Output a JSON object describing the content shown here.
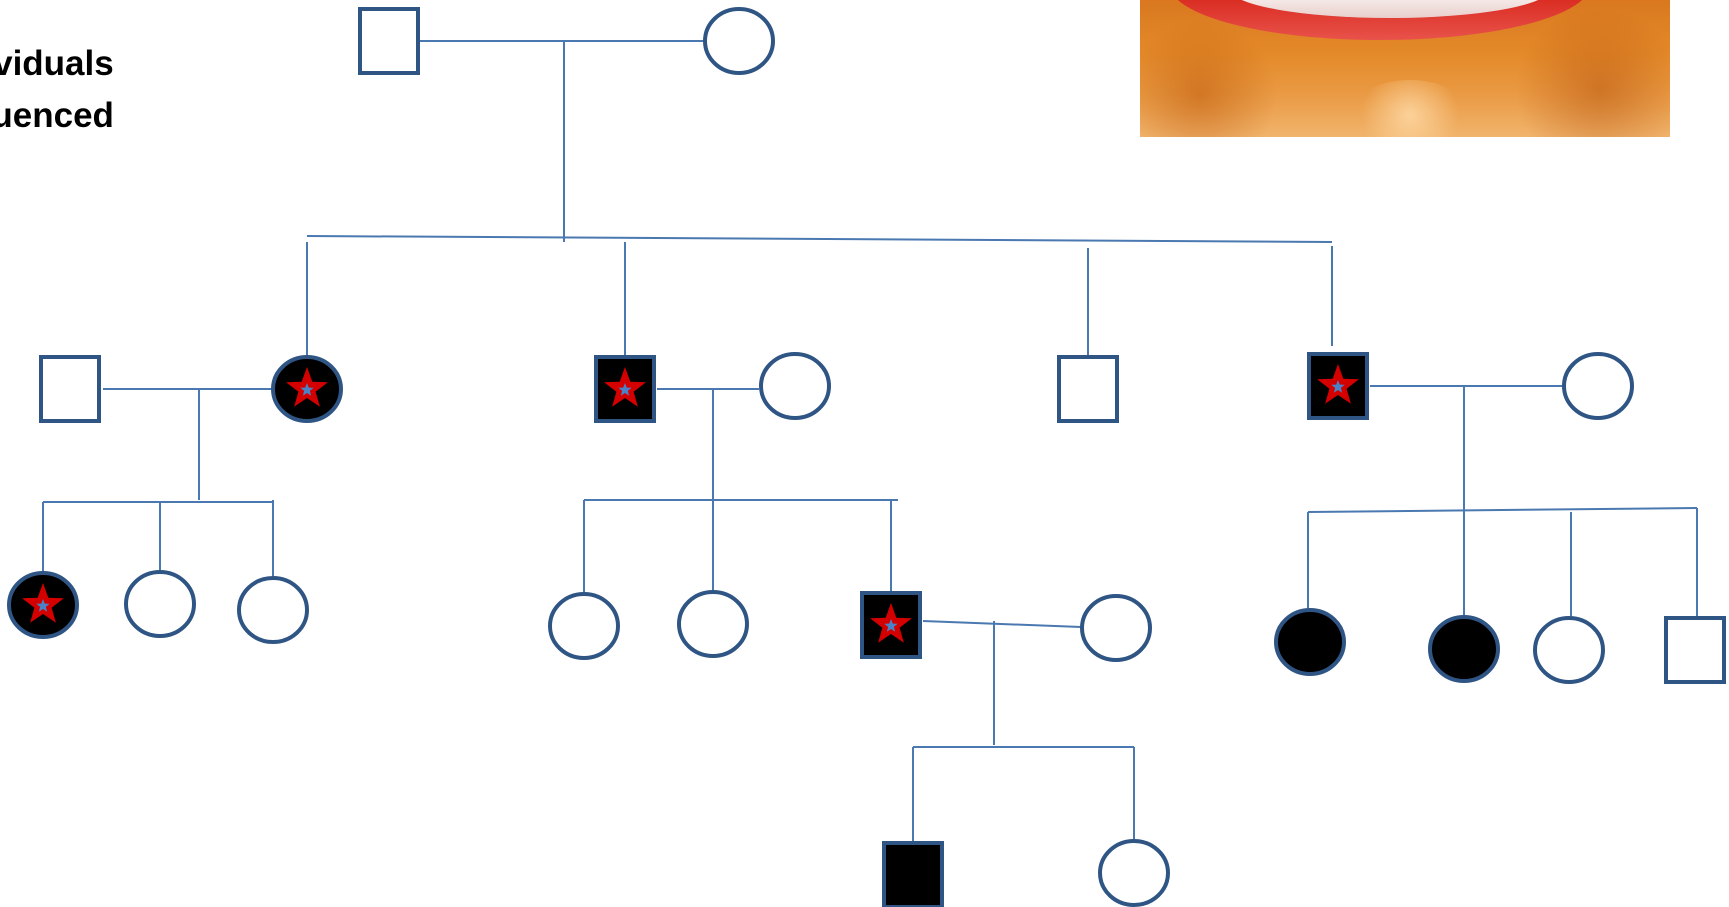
{
  "legend": {
    "line1": "dividuals",
    "line2": "quenced"
  },
  "colors": {
    "stroke": "#2f5585",
    "line": "#4a78b0",
    "affected_fill": "#000000",
    "star_outer": "#d40000",
    "star_inner": "#4a82c8"
  },
  "photo": {
    "icon": "smiling-mouth-photo"
  },
  "pedigree": {
    "individuals": [
      {
        "id": "g1-father",
        "sex": "male",
        "affected": false,
        "sequenced": false
      },
      {
        "id": "g1-mother",
        "sex": "female",
        "affected": false,
        "sequenced": false
      },
      {
        "id": "g2-spouse-1",
        "sex": "male",
        "affected": false,
        "sequenced": false
      },
      {
        "id": "g2-daughter-1",
        "sex": "female",
        "affected": true,
        "sequenced": true
      },
      {
        "id": "g2-son-2",
        "sex": "male",
        "affected": true,
        "sequenced": true
      },
      {
        "id": "g2-spouse-2",
        "sex": "female",
        "affected": false,
        "sequenced": false
      },
      {
        "id": "g2-son-3",
        "sex": "male",
        "affected": false,
        "sequenced": false
      },
      {
        "id": "g2-son-4",
        "sex": "male",
        "affected": true,
        "sequenced": true
      },
      {
        "id": "g2-spouse-4",
        "sex": "female",
        "affected": false,
        "sequenced": false
      },
      {
        "id": "g3-a1",
        "sex": "female",
        "affected": true,
        "sequenced": true
      },
      {
        "id": "g3-a2",
        "sex": "female",
        "affected": false,
        "sequenced": false
      },
      {
        "id": "g3-a3",
        "sex": "female",
        "affected": false,
        "sequenced": false
      },
      {
        "id": "g3-b1",
        "sex": "female",
        "affected": false,
        "sequenced": false
      },
      {
        "id": "g3-b2",
        "sex": "female",
        "affected": false,
        "sequenced": false
      },
      {
        "id": "g3-b3",
        "sex": "male",
        "affected": true,
        "sequenced": true
      },
      {
        "id": "g3-b3-spouse",
        "sex": "female",
        "affected": false,
        "sequenced": false
      },
      {
        "id": "g3-c1",
        "sex": "female",
        "affected": true,
        "sequenced": false
      },
      {
        "id": "g3-c2",
        "sex": "female",
        "affected": true,
        "sequenced": false
      },
      {
        "id": "g3-c3",
        "sex": "female",
        "affected": false,
        "sequenced": false
      },
      {
        "id": "g3-c4",
        "sex": "male",
        "affected": false,
        "sequenced": false
      },
      {
        "id": "g4-b1",
        "sex": "male",
        "affected": true,
        "sequenced": false
      },
      {
        "id": "g4-b2",
        "sex": "female",
        "affected": false,
        "sequenced": false
      }
    ]
  }
}
